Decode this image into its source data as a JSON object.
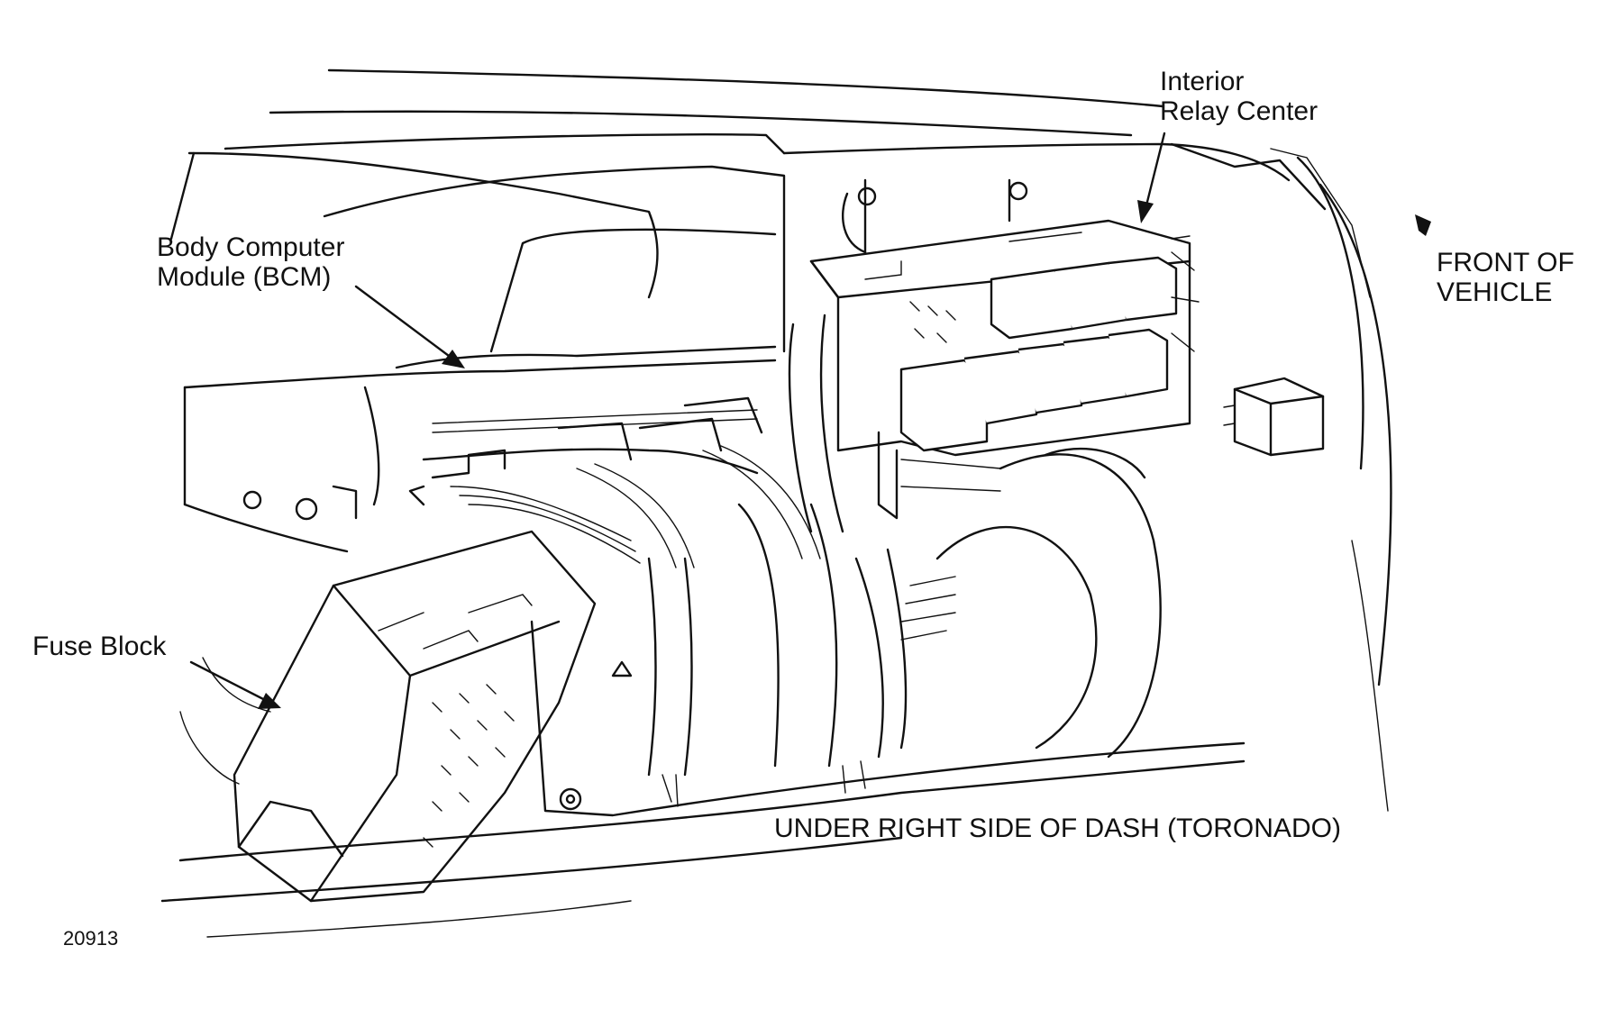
{
  "labels": {
    "relay_center": [
      "Interior",
      "Relay Center"
    ],
    "bcm": [
      "Body Computer",
      "Module (BCM)"
    ],
    "front": [
      "FRONT OF",
      "VEHICLE"
    ],
    "fuse_block": "Fuse Block",
    "caption": "UNDER RIGHT SIDE OF DASH (TORONADO)",
    "figure_number": "20913"
  },
  "colors": {
    "ink": "#111111",
    "paper": "#ffffff"
  }
}
